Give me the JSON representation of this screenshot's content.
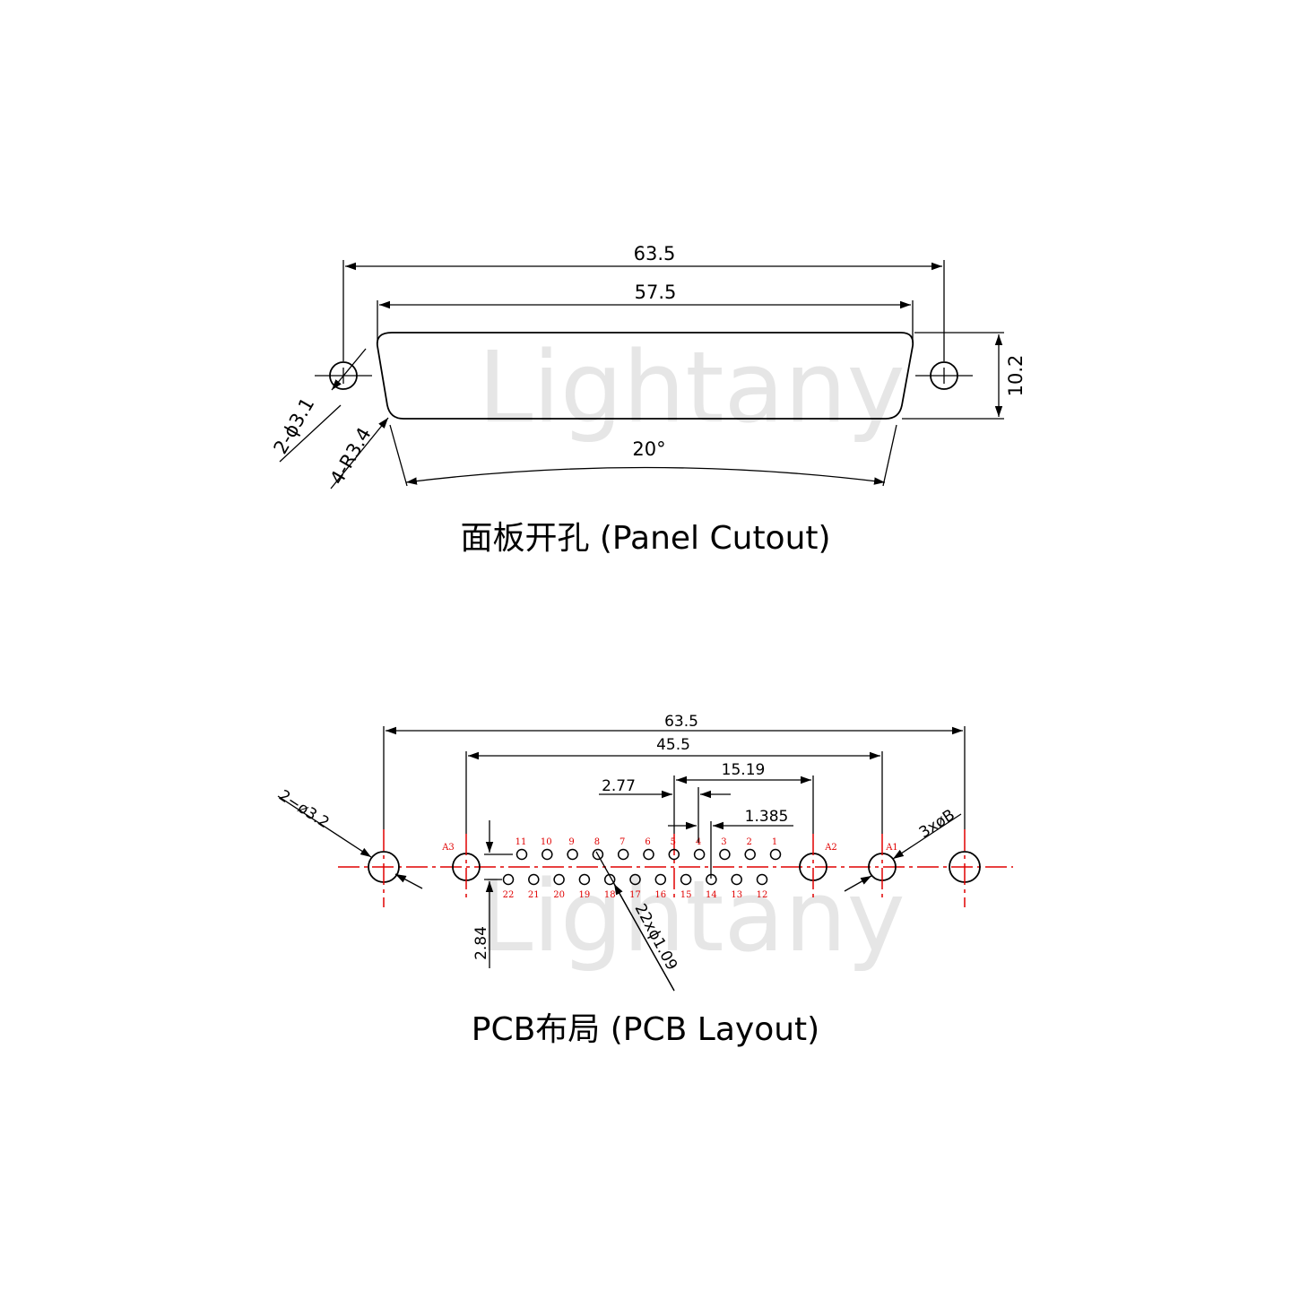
{
  "watermark": "Lightany",
  "colors": {
    "line": "#000000",
    "centerline": "#e00000",
    "pin_label": "#e00000",
    "watermark": "#e6e6e6"
  },
  "panel": {
    "caption": "面板开孔 (Panel Cutout)",
    "dims": {
      "overall_width": "63.5",
      "cutout_width": "57.5",
      "height": "10.2",
      "hole": "2-ϕ3.1",
      "radius": "4-R3.4",
      "angle": "20°"
    }
  },
  "pcb": {
    "caption": "PCB布局 (PCB Layout)",
    "dims": {
      "overall_width": "63.5",
      "inner_width": "45.5",
      "offset": "15.19",
      "pitch": "2.77",
      "half_pitch": "1.385",
      "row_spacing": "2.84",
      "mount_hole": "2−ø3.2",
      "pin_hole": "22xϕ1.09",
      "anchor_hole": "3xøB"
    },
    "anchors": [
      "A3",
      "A2",
      "A1"
    ],
    "top_row_pins": [
      "11",
      "10",
      "9",
      "8",
      "7",
      "6",
      "5",
      "4",
      "3",
      "2",
      "1"
    ],
    "bottom_row_pins": [
      "22",
      "21",
      "20",
      "19",
      "18",
      "17",
      "16",
      "15",
      "14",
      "13",
      "12"
    ]
  }
}
